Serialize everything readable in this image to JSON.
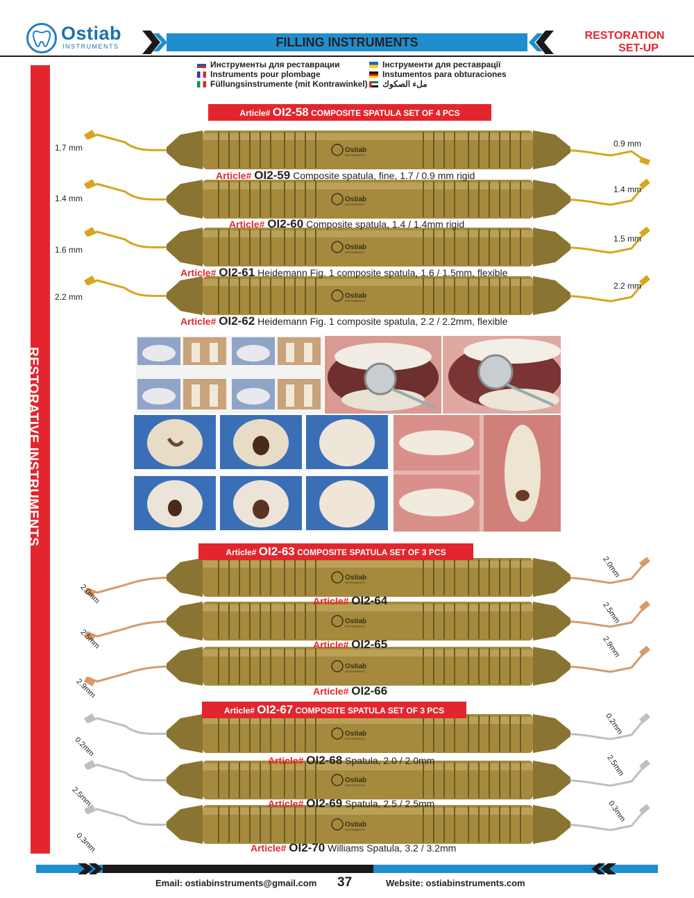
{
  "brand": {
    "name": "Ostiab",
    "sub": "INSTRUMENTS"
  },
  "header": {
    "title": "FILLING INSTRUMENTS",
    "section_line1": "RESTORATION",
    "section_line2": "SET-UP"
  },
  "languages": {
    "ru": "Инструменты для реставрации",
    "fr": "Instruments pour plombage",
    "it": "Füllungsinstrumente (mit Kontrawinkel)",
    "ua": "Інструменти для реставрації",
    "de": "Instumentos para obturaciones",
    "ar": "ملء الصكوك"
  },
  "sidebar_label": "RESTORATIVE INSTRUMENTS",
  "colors": {
    "brand_blue": "#1f8ecf",
    "accent_red": "#e3262e",
    "handle_gold": "#a58a3e"
  },
  "article_prefix": "Article#",
  "sets": [
    {
      "num": "OI2-58",
      "title": "COMPOSITE SPATULA SET OF 4 PCS"
    },
    {
      "num": "OI2-63",
      "title": "COMPOSITE SPATULA SET OF 3 PCS"
    },
    {
      "num": "OI2-67",
      "title": "COMPOSITE SPATULA SET OF 3 PCS"
    }
  ],
  "items": [
    {
      "num": "OI2-59",
      "desc": "Composite spatula, fine, 1.7 / 0.9 mm rigid",
      "left": "1.7 mm",
      "right": "0.9 mm"
    },
    {
      "num": "OI2-60",
      "desc": "Composite spatula, 1.4 / 1.4mm rigid",
      "left": "1.4 mm",
      "right": "1.4 mm"
    },
    {
      "num": "OI2-61",
      "desc": "Heidemann Fig. 1 composite spatula, 1.6 / 1.5mm, flexible",
      "left": "1.6 mm",
      "right": "1.5 mm"
    },
    {
      "num": "OI2-62",
      "desc": "Heidemann Fig. 1 composite spatula, 2.2 / 2.2mm, flexible",
      "left": "2.2 mm",
      "right": "2.2 mm"
    },
    {
      "num": "OI2-64",
      "desc": "",
      "left": "2.0mm",
      "right": "2.0mm"
    },
    {
      "num": "OI2-65",
      "desc": "",
      "left": "2.5mm",
      "right": "2.5mm"
    },
    {
      "num": "OI2-66",
      "desc": "",
      "left": "2.9mm",
      "right": "2.9mm"
    },
    {
      "num": "OI2-68",
      "desc": "Spatula, 2.0 / 2.0mm",
      "left": "0.2mm",
      "right": "0.2mm"
    },
    {
      "num": "OI2-69",
      "desc": "Spatula, 2.5 / 2.5mm",
      "left": "2.5mm",
      "right": "2.5mm"
    },
    {
      "num": "OI2-70",
      "desc": "Williams Spatula, 3.2 / 3.2mm",
      "left": "0.3mm",
      "right": "0.3mm"
    }
  ],
  "handle_brand": "Ostiab",
  "handle_sub": "INSTRUMENTS",
  "footer": {
    "email": "Email: ostiabinstruments@gmail.com",
    "page": "37",
    "website": "Website: ostiabinstruments.com"
  }
}
